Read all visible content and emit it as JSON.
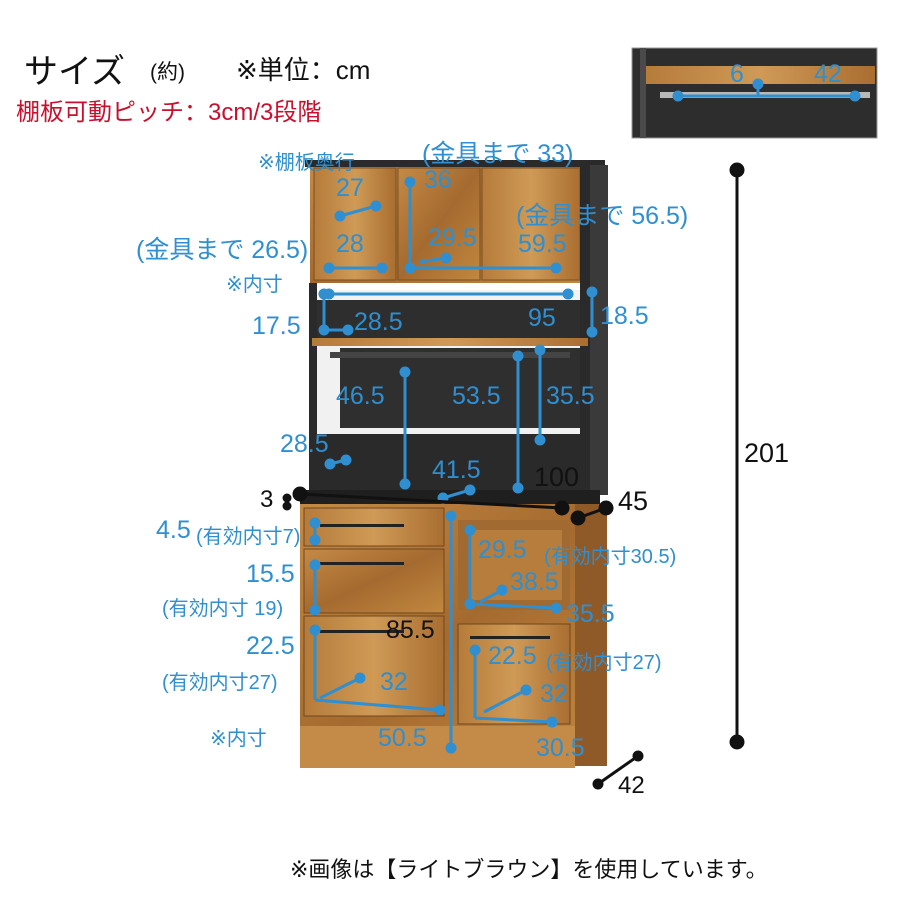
{
  "header": {
    "title": "サイズ",
    "approx": "(約)",
    "unit": "※単位：cm",
    "pitch": "棚板可動ピッチ：3cm/3段階"
  },
  "dimensions": {
    "shelf_depth_note": "※棚板奥行",
    "to_hardware_33": "(金具まで 33)",
    "to_hardware_56_5": "(金具まで 56.5)",
    "to_hardware_26_5": "(金具まで 26.5)",
    "inner_note_top": "※内寸",
    "inner_note_bottom": "※内寸",
    "v27": "27",
    "v36": "36",
    "v28": "28",
    "v29_5": "29.5",
    "v59_5": "59.5",
    "v17_5": "17.5",
    "v28_5_top": "28.5",
    "v95": "95",
    "v18_5": "18.5",
    "v46_5": "46.5",
    "v53_5": "53.5",
    "v35_5_top": "35.5",
    "v28_5_mid": "28.5",
    "v41_5": "41.5",
    "v100": "100",
    "v3": "3",
    "v45": "45",
    "v4_5": "4.5",
    "eff_7": "(有効内寸7)",
    "v29_5_right": "29.5",
    "eff_30_5": "(有効内寸30.5)",
    "v38_5": "38.5",
    "v15_5": "15.5",
    "eff_19": "(有効内寸 19)",
    "v35_5_right": "35.5",
    "v85_5": "85.5",
    "v22_5_left": "22.5",
    "v22_5_right": "22.5",
    "eff_27_right": "(有効内寸27)",
    "eff_27_left": "(有効内寸27)",
    "v32_left": "32",
    "v32_right": "32",
    "v50_5": "50.5",
    "v30_5": "30.5",
    "v201": "201",
    "v42_depth": "42"
  },
  "inset": {
    "v6": "6",
    "v42": "42"
  },
  "footer": {
    "note": "※画像は【ライトブラウン】を使用しています。"
  },
  "colors": {
    "dimension_blue": "#2f8fd0",
    "wood": "#b9803d",
    "frame": "#2a2a2a",
    "red": "#c8102e"
  }
}
